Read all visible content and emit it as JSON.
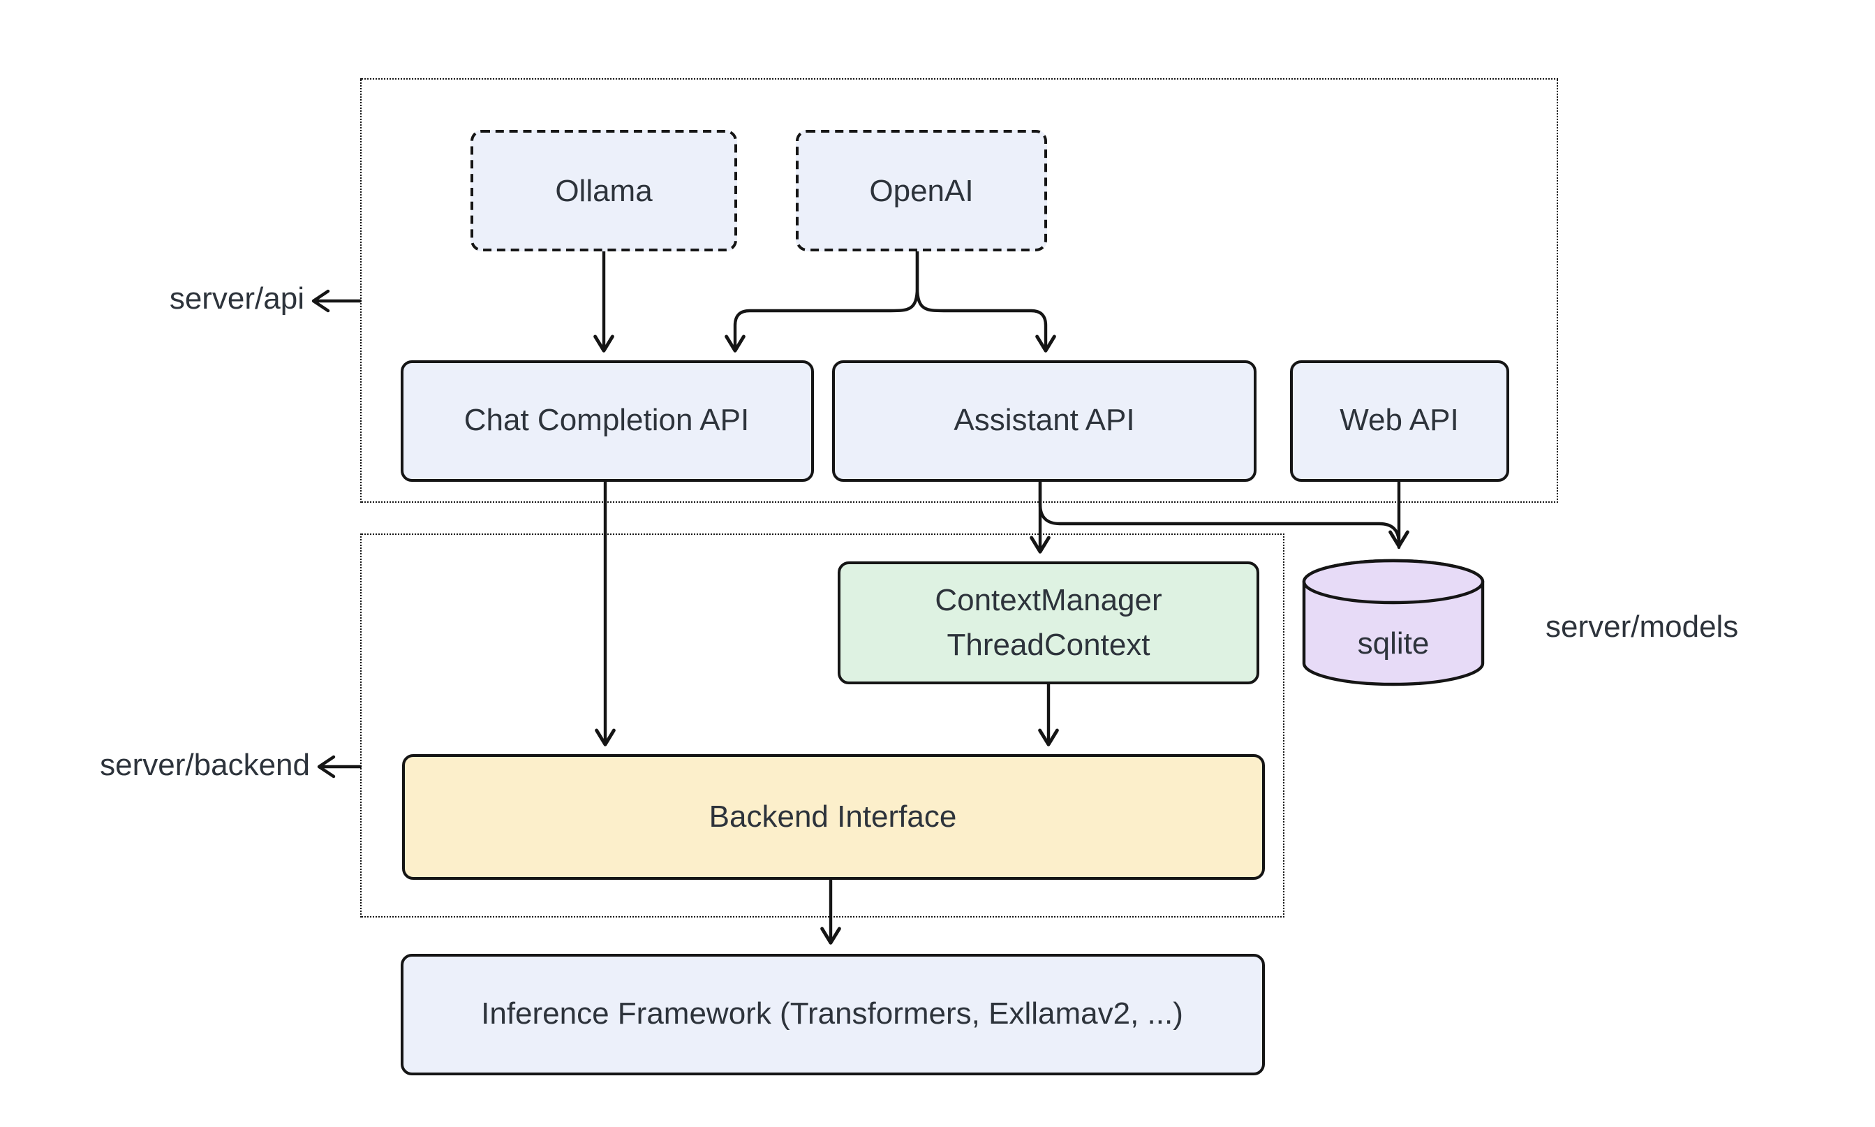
{
  "diagram_title": "",
  "colors": {
    "background": "#ffffff",
    "node_blue": "#ecf0fa",
    "node_green": "#def2e2",
    "node_yellow": "#fcefcb",
    "node_purple": "#e7dbf7",
    "stroke": "#151515",
    "text": "#2d333b"
  },
  "containers": {
    "api": {
      "label": "server/api"
    },
    "backend": {
      "label": "server/backend"
    }
  },
  "side_labels": {
    "models": "server/models"
  },
  "nodes": {
    "ollama": {
      "label": "Ollama"
    },
    "openai": {
      "label": "OpenAI"
    },
    "chat": {
      "label": "Chat Completion API"
    },
    "assistant": {
      "label": "Assistant API"
    },
    "web": {
      "label": "Web API"
    },
    "context": {
      "line1": "ContextManager",
      "line2": "ThreadContext"
    },
    "sqlite": {
      "label": "sqlite"
    },
    "backend_interface": {
      "label": "Backend Interface"
    },
    "inference": {
      "label": "Inference Framework (Transformers, Exllamav2, ...)"
    }
  },
  "edges": [
    {
      "from": "Ollama",
      "to": "Chat Completion API"
    },
    {
      "from": "OpenAI",
      "to": "Chat Completion API"
    },
    {
      "from": "OpenAI",
      "to": "Assistant API"
    },
    {
      "from": "Chat Completion API",
      "to": "Backend Interface"
    },
    {
      "from": "Assistant API",
      "to": "ContextManager ThreadContext"
    },
    {
      "from": "Assistant API",
      "to": "sqlite"
    },
    {
      "from": "Web API",
      "to": "sqlite"
    },
    {
      "from": "ContextManager ThreadContext",
      "to": "Backend Interface"
    },
    {
      "from": "Backend Interface",
      "to": "Inference Framework (Transformers, Exllamav2, ...)"
    }
  ]
}
